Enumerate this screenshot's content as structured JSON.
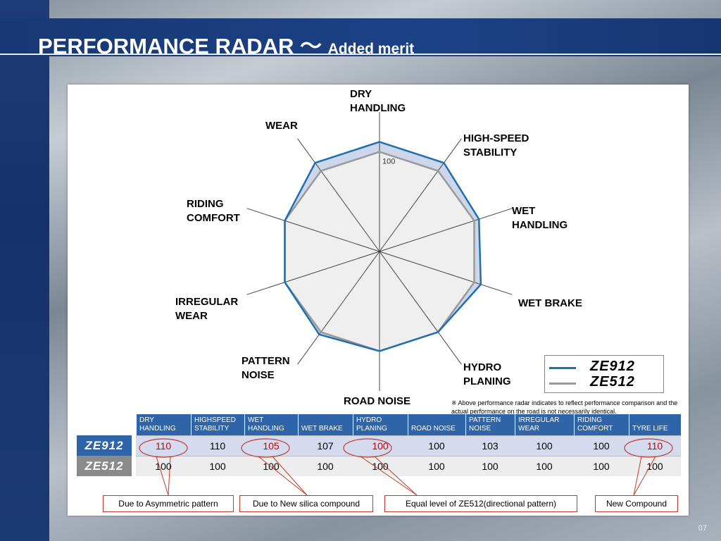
{
  "slide": {
    "title": "PERFORMANCE RADAR",
    "title_separator": "～",
    "subtitle": "Added merit",
    "page_number": "07"
  },
  "chart_data": {
    "type": "radar",
    "axes": [
      "DRY HANDLING",
      "HIGH-SPEED STABILITY",
      "WET HANDLING",
      "WET BRAKE",
      "HYDRO PLANING",
      "ROAD NOISE",
      "PATTERN NOISE",
      "IRREGULAR WEAR",
      "RIDING COMFORT",
      "WEAR"
    ],
    "axis_labels_display": [
      "DRY\nHANDLING",
      "HIGH-SPEED\nSTABILITY",
      "WET\nHANDLING",
      "WET BRAKE",
      "HYDRO\nPLANING",
      "ROAD NOISE",
      "PATTERN\nNOISE",
      "IRREGULAR\nWEAR",
      "RIDING\nCOMFORT",
      "WEAR"
    ],
    "tick_label": "100",
    "series": [
      {
        "name": "ZE912",
        "color": "#1f6fb2",
        "values": [
          110,
          110,
          105,
          107,
          100,
          100,
          103,
          100,
          100,
          110
        ]
      },
      {
        "name": "ZE512",
        "color": "#999999",
        "values": [
          100,
          100,
          100,
          100,
          100,
          100,
          100,
          100,
          100,
          100
        ]
      }
    ],
    "scale_max": 140
  },
  "legend": {
    "items": [
      {
        "name": "ZE912",
        "color": "#1f6fb2"
      },
      {
        "name": "ZE512",
        "color": "#999999"
      }
    ]
  },
  "note": "※ Above performance radar indicates to reflect  performance comparison and  the actual  performance on the road is not necessarily identical.",
  "table": {
    "headers": [
      "DRY\nHANDLING",
      "HIGHSPEED\nSTABILITY",
      "WET\nHANDLING",
      "WET BRAKE",
      "HYDRO\nPLANING",
      "ROAD NOISE",
      "PATTERN\nNOISE",
      "IRREGULAR\nWEAR",
      "RIDING\nCOMFORT",
      "TYRE LIFE"
    ],
    "rows": [
      {
        "label": "ZE912",
        "color": "#2f64a8",
        "values": [
          "110",
          "110",
          "105",
          "107",
          "100",
          "100",
          "103",
          "100",
          "100",
          "110"
        ],
        "highlight": [
          true,
          false,
          true,
          false,
          true,
          false,
          false,
          false,
          false,
          true
        ]
      },
      {
        "label": "ZE512",
        "color": "#8a8a8a",
        "values": [
          "100",
          "100",
          "100",
          "100",
          "100",
          "100",
          "100",
          "100",
          "100",
          "100"
        ],
        "highlight": [
          false,
          false,
          false,
          false,
          false,
          false,
          false,
          false,
          false,
          false
        ]
      }
    ]
  },
  "annotations": [
    "Due to Asymmetric pattern",
    "Due to New silica compound",
    "Equal level of ZE512(directional pattern)",
    "New Compound"
  ]
}
